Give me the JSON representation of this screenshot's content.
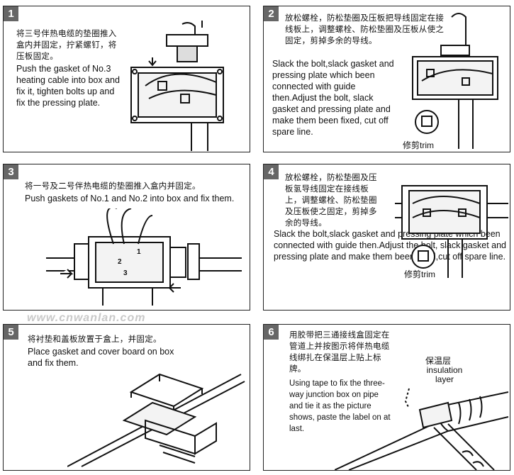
{
  "panels": [
    {
      "number": "1",
      "cn": "将三号伴热电缆的垫圈推入盒内并固定，拧紧螺钉，将压板固定。",
      "en": "Push the gasket of No.3 heating cable into box and fix it, tighten bolts up and fix the pressing plate."
    },
    {
      "number": "2",
      "cn": "放松螺栓，防松垫圈及压板把导线固定在接线板上，调整螺栓、防松垫圈及压板从使之固定，剪掉多余的导线。",
      "en": "Slack the bolt,slack gasket and pressing plate which been connected with guide then.Adjust the bolt, slack gasket and pressing plate and make them been fixed, cut off spare line.",
      "label": "修剪trim"
    },
    {
      "number": "3",
      "cn": "将一号及二号伴热电缆的垫圈推入盒内并固定。",
      "en": "Push gaskets of No.1 and No.2 into box and fix them.",
      "markers": [
        "1",
        "2",
        "3"
      ]
    },
    {
      "number": "4",
      "cn": "放松螺栓，防松垫圈及压板氢导线固定在接线板上，调整螺栓、防松垫圈及压板使之固定，剪掉多余的导线。",
      "en": "Slack the bolt,slack gasket and pressing plate which been connected with guide then.Adjust the bolt, slack gasket and pressing plate and make them been fixed,cut off spare line.",
      "label": "修剪trim"
    },
    {
      "number": "5",
      "cn": "将衬垫和盖板放置于盒上，并固定。",
      "en": "Place gasket and cover board on box and fix them."
    },
    {
      "number": "6",
      "cn": "用胶带把三通接线盒固定在管道上并按图示将伴热电缆线绑扎在保温层上贴上标牌。",
      "en": "Using tape to fix the three-way junction box on pipe and tie it as the picture shows, paste the label on at last.",
      "label_cn": "保温层",
      "label_en": "insulation layer"
    }
  ],
  "watermark": "www.cnwanlan.com"
}
